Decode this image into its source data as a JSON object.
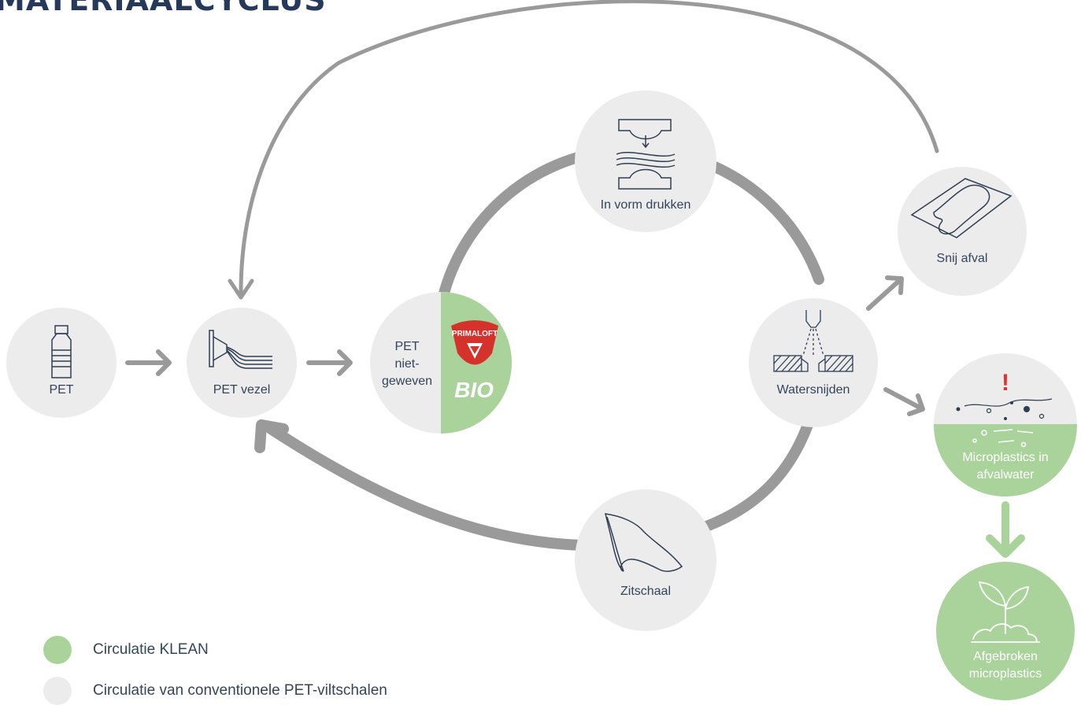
{
  "title": "MATERIAALCYCLUS",
  "colors": {
    "klean": "#a9d39a",
    "conventional": "#ececec",
    "arrow": "#9a9a9a",
    "icon": "#2f3e52",
    "alert": "#e5332a",
    "brand_red": "#d5322c"
  },
  "nodes": {
    "pet": "PET",
    "pet_vezel": "PET vezel",
    "pet_nonwoven": [
      "PET",
      "niet-",
      "geweven"
    ],
    "in_vorm_drukken": "In vorm drukken",
    "watersnijden": "Watersnijden",
    "snij_afval": "Snij afval",
    "zitschaal": "Zitschaal",
    "microplastics": [
      "Microplastics in",
      "afvalwater"
    ],
    "afgebroken": [
      "Afgebroken",
      "microplastics"
    ]
  },
  "brand": {
    "name": "PRIMALOFT",
    "suffix": "BIO"
  },
  "alert_mark": "!",
  "legend": [
    {
      "label": "Circulatie KLEAN",
      "color": "#a9d39a"
    },
    {
      "label": "Circulatie van conventionele PET-viltschalen",
      "color": "#ececec"
    }
  ]
}
